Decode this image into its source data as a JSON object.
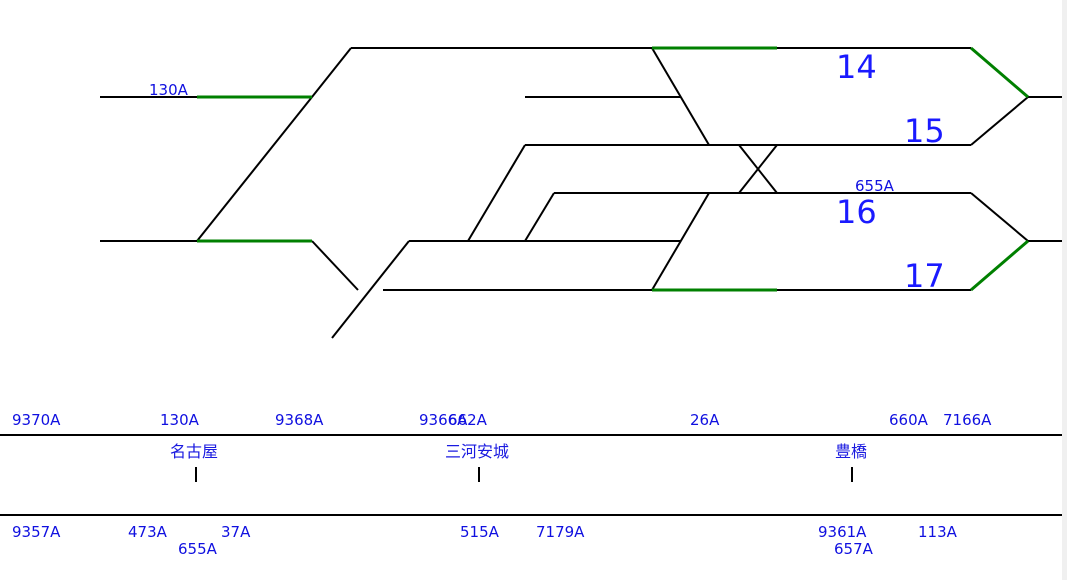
{
  "colors": {
    "track": "#000000",
    "occupied_route": "#008000",
    "label": "#1010e0",
    "track_number": "#1a1aff",
    "background": "#ffffff"
  },
  "track_numbers": [
    "14",
    "15",
    "16",
    "17"
  ],
  "yard_train_labels": [
    "130A",
    "655A"
  ],
  "line": {
    "stations": [
      "名古屋",
      "三河安城",
      "豊橋"
    ],
    "up_trains": [
      "9370A",
      "130A",
      "9368A",
      "9366A",
      "662A",
      "26A",
      "660A",
      "7166A"
    ],
    "down_trains": [
      "9357A",
      "473A",
      "37A",
      "655A",
      "515A",
      "7179A",
      "9361A",
      "657A",
      "113A"
    ]
  }
}
